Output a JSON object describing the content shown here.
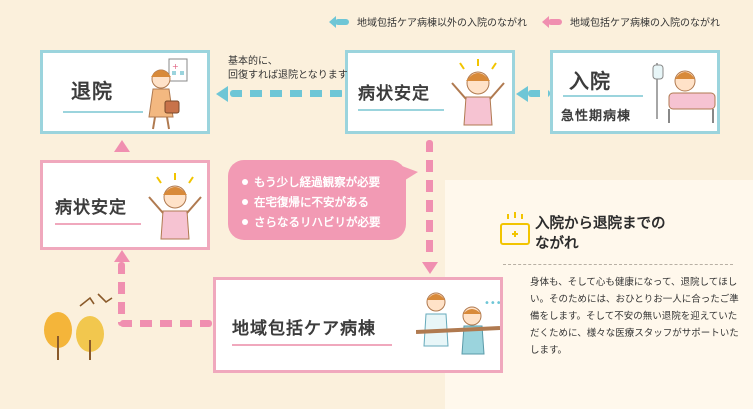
{
  "legend": {
    "outside_flow": "地域包括ケア病棟以外の入院のながれ",
    "inside_flow": "地域包括ケア病棟の入院のながれ",
    "outside_color": "#6ec6d6",
    "inside_color": "#f08fb0"
  },
  "boxes": {
    "discharge": "退院",
    "stable_top": "病状安定",
    "admission": "入院",
    "admission_sub": "急性期病棟",
    "stable_left": "病状安定",
    "community_ward": "地域包括ケア病棟"
  },
  "note": {
    "line1": "基本的に、",
    "line2": "回復すれば退院となります"
  },
  "bubble": {
    "items": [
      "もう少し経過観察が必要",
      "在宅復帰に不安がある",
      "さらなるリハビリが必要"
    ]
  },
  "info": {
    "title_line1": "入院から退院までの",
    "title_line2": "ながれ",
    "body": "身体も、そして心も健康になって、退院してほしい。そのためには、おひとりお一人に合ったご準備をします。そして不安の無い退院を迎えていただくために、様々な医療スタッフがサポートいたします。"
  },
  "icons": [
    "hospital-icon",
    "first-aid-kit-icon",
    "tree-icon",
    "bird-icon"
  ]
}
